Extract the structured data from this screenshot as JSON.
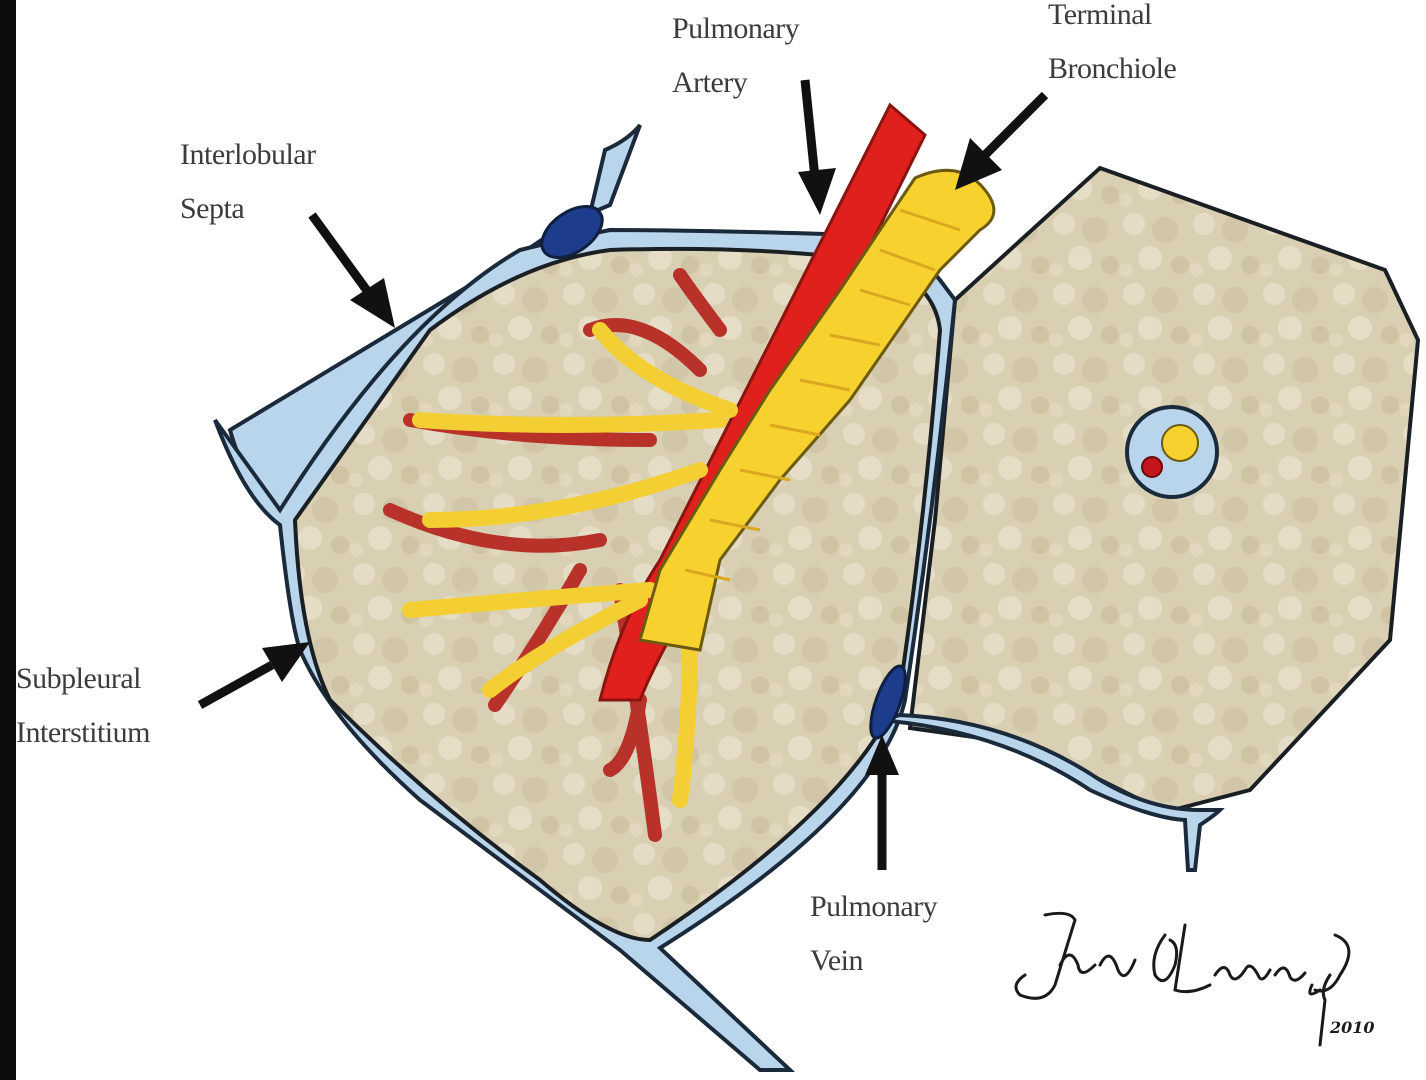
{
  "labels": {
    "pulmonary_artery": [
      "Pulmonary",
      "Artery"
    ],
    "terminal_bronchiole": [
      "Terminal",
      "Bronchiole"
    ],
    "interlobular_septa": [
      "Interlobular",
      "Septa"
    ],
    "subpleural_interstitium": [
      "Subpleural",
      "Interstitium"
    ],
    "pulmonary_vein": [
      "Pulmonary",
      "Vein"
    ]
  },
  "signature": {
    "text": "João A. Lemos, MD",
    "year": "2010"
  },
  "colors": {
    "lobule_fill": "#d7ccb0",
    "interstitium": "#b7d3ea",
    "outline": "#1a2a3a",
    "artery": "#e0201c",
    "artery_branch": "#b8322a",
    "bronchiole": "#f7d22e",
    "vein": "#1d3d8c",
    "arrow": "#111111"
  }
}
